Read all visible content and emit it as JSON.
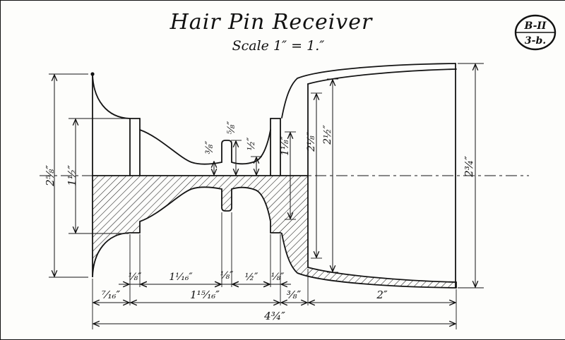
{
  "title": "Hair Pin Receiver",
  "subtitle": "Scale 1″ = 1.″",
  "badge": {
    "top": "B-II",
    "bottom": "3-b."
  },
  "dims": {
    "d_left_outer": "2⅝″",
    "d_left_rim": "1½″",
    "d_waist": "⅜″",
    "d_bump": "⅝″",
    "d_waist2": "½″",
    "d_neck": "1⅛″",
    "d_mouth_a": "2⅛″",
    "d_mouth_b": "2½″",
    "d_right_outer": "2¾″",
    "row1": [
      "⅛″",
      "1¹⁄₁₆″",
      "⅛″",
      "½″",
      "⅛″"
    ],
    "row2": [
      "⁷⁄₁₆″",
      "1¹⁵⁄₁₆″",
      "³⁄₈″",
      "2″"
    ],
    "total": "4¾″"
  }
}
